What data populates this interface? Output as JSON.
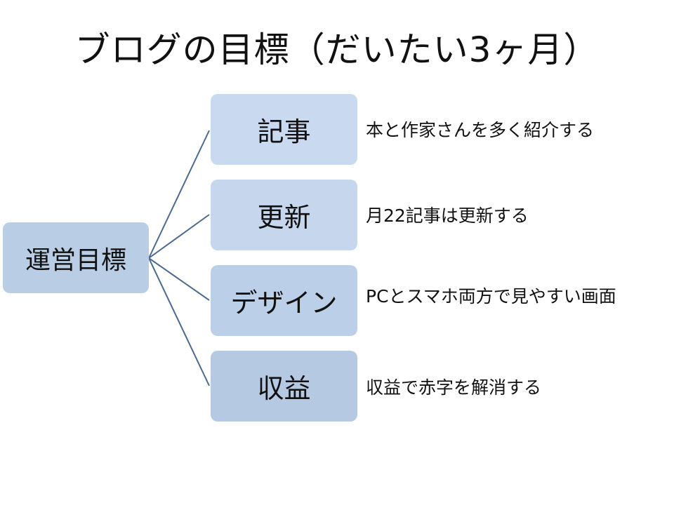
{
  "title": "ブログの目標（だいたい3ヶ月）",
  "root": {
    "label": "運営目標",
    "color": "#b9cde5"
  },
  "connector_color": "#4a6a94",
  "branches": [
    {
      "label": "記事",
      "description": "本と作家さんを多く紹介する",
      "color": "#c9d9f0"
    },
    {
      "label": "更新",
      "description": "月22記事は更新する",
      "color": "#c6d6ed"
    },
    {
      "label": "デザイン",
      "description": "PCとスマホ両方で見やすい画面",
      "color": "#bccfe8"
    },
    {
      "label": "収益",
      "description": "収益で赤字を解消する",
      "color": "#b6c9e3"
    }
  ]
}
